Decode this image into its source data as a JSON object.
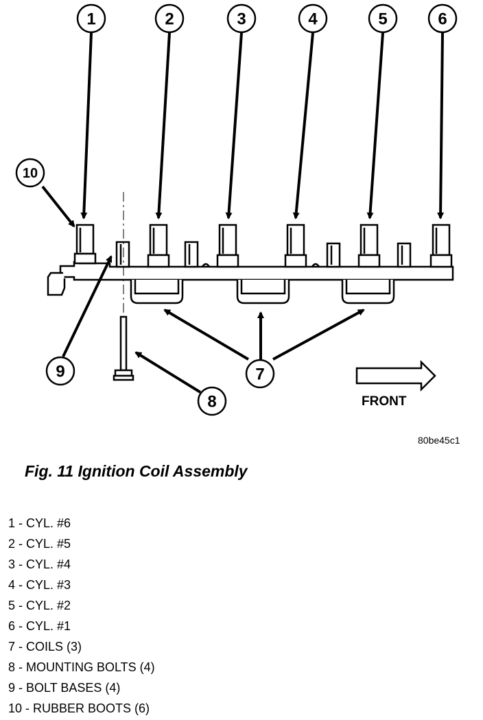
{
  "figure": {
    "code": "80be45c1",
    "caption": "Fig. 11 Ignition Coil Assembly",
    "front_label": "FRONT"
  },
  "callouts": [
    "1",
    "2",
    "3",
    "4",
    "5",
    "6",
    "7",
    "8",
    "9",
    "10"
  ],
  "legend": [
    "1 - CYL. #6",
    "2 - CYL. #5",
    "3 - CYL. #4",
    "4 - CYL. #3",
    "5 - CYL. #2",
    "6 - CYL. #1",
    "7 - COILS (3)",
    "8 - MOUNTING BOLTS (4)",
    "9 - BOLT BASES (4)",
    "10 - RUBBER BOOTS (6)"
  ]
}
